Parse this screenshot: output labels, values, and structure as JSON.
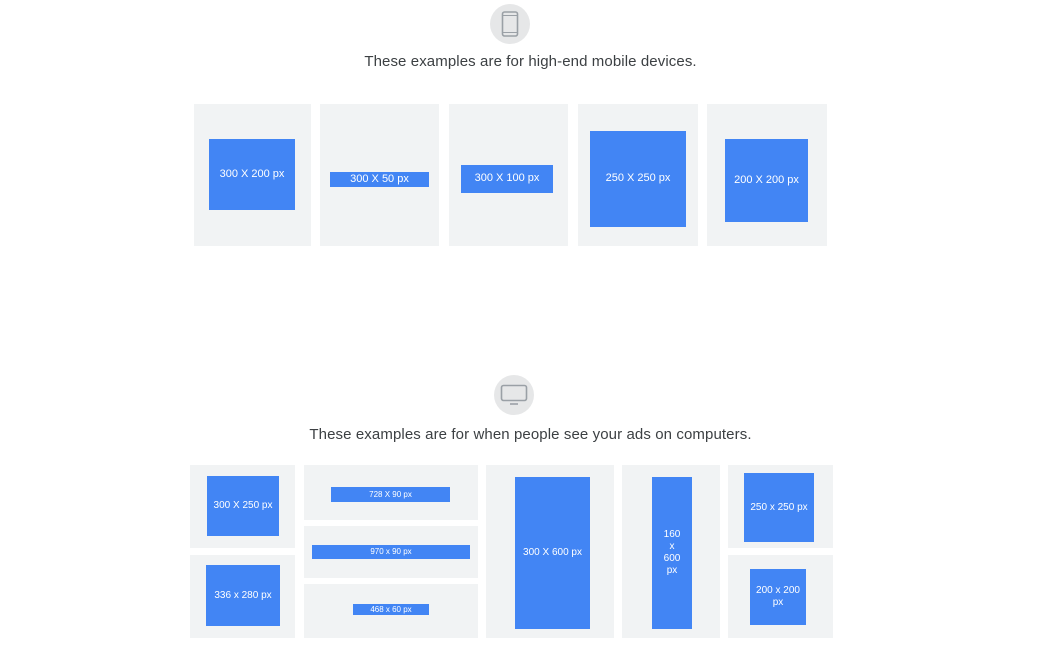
{
  "mobile_section": {
    "icon": "smartphone-icon",
    "caption": "These examples are for high-end mobile devices.",
    "ads": [
      {
        "label": "300 X 200 px"
      },
      {
        "label": "300 X 50 px"
      },
      {
        "label": "300 X 100 px"
      },
      {
        "label": "250 X 250 px"
      },
      {
        "label": "200 X 200 px"
      }
    ]
  },
  "desktop_section": {
    "icon": "monitor-icon",
    "caption": "These examples are for when people see your ads on computers.",
    "ads": [
      {
        "label": "300 X 250 px"
      },
      {
        "label": "336 x 280 px"
      },
      {
        "label": "728 X 90 px"
      },
      {
        "label": "970 x 90 px"
      },
      {
        "label": "468 x 60 px"
      },
      {
        "label": "300 X 600 px"
      },
      {
        "label": "160\nx\n600\npx"
      },
      {
        "label": "250 x 250 px"
      },
      {
        "label": "200 x 200\npx"
      }
    ]
  },
  "colors": {
    "ad_blue": "#4285f4",
    "tile_gray": "#f1f3f4",
    "icon_circle": "#e6e7e8",
    "caption_text": "#3c4043"
  }
}
